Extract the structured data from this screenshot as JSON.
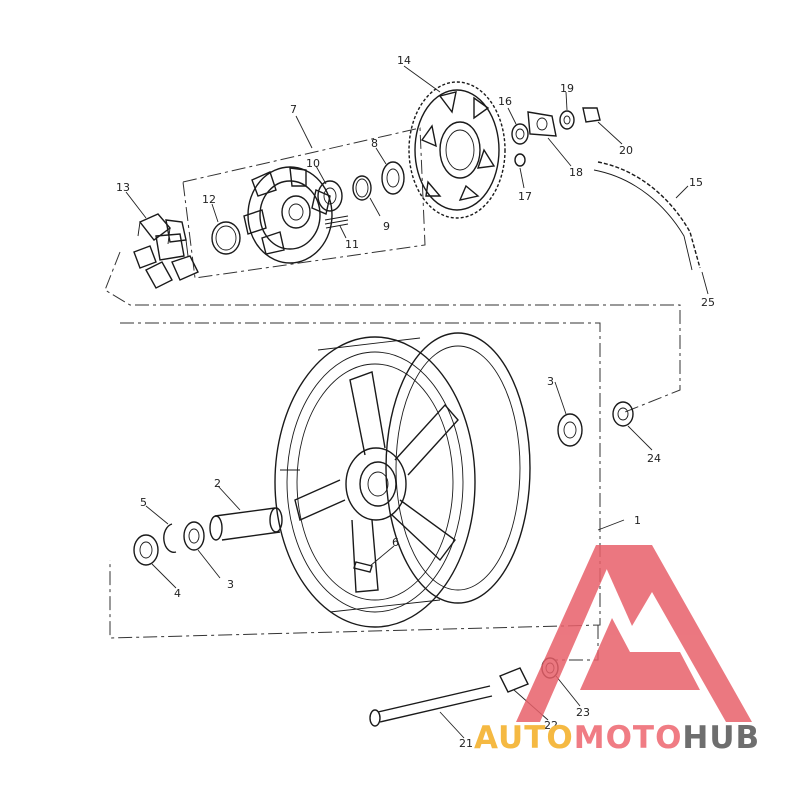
{
  "diagram": {
    "part_numbers": [
      "1",
      "2",
      "3",
      "3",
      "4",
      "5",
      "6",
      "7",
      "8",
      "9",
      "10",
      "11",
      "12",
      "13",
      "14",
      "15",
      "16",
      "17",
      "18",
      "19",
      "20",
      "21",
      "22",
      "23",
      "24",
      "25"
    ]
  },
  "watermark": {
    "segments": [
      "AUTO",
      "MOTO",
      "HUB"
    ],
    "colors": {
      "triangle": "#e8606a",
      "auto": "#f5b942",
      "moto": "#f07c84",
      "hub": "#6e6e6e"
    }
  }
}
